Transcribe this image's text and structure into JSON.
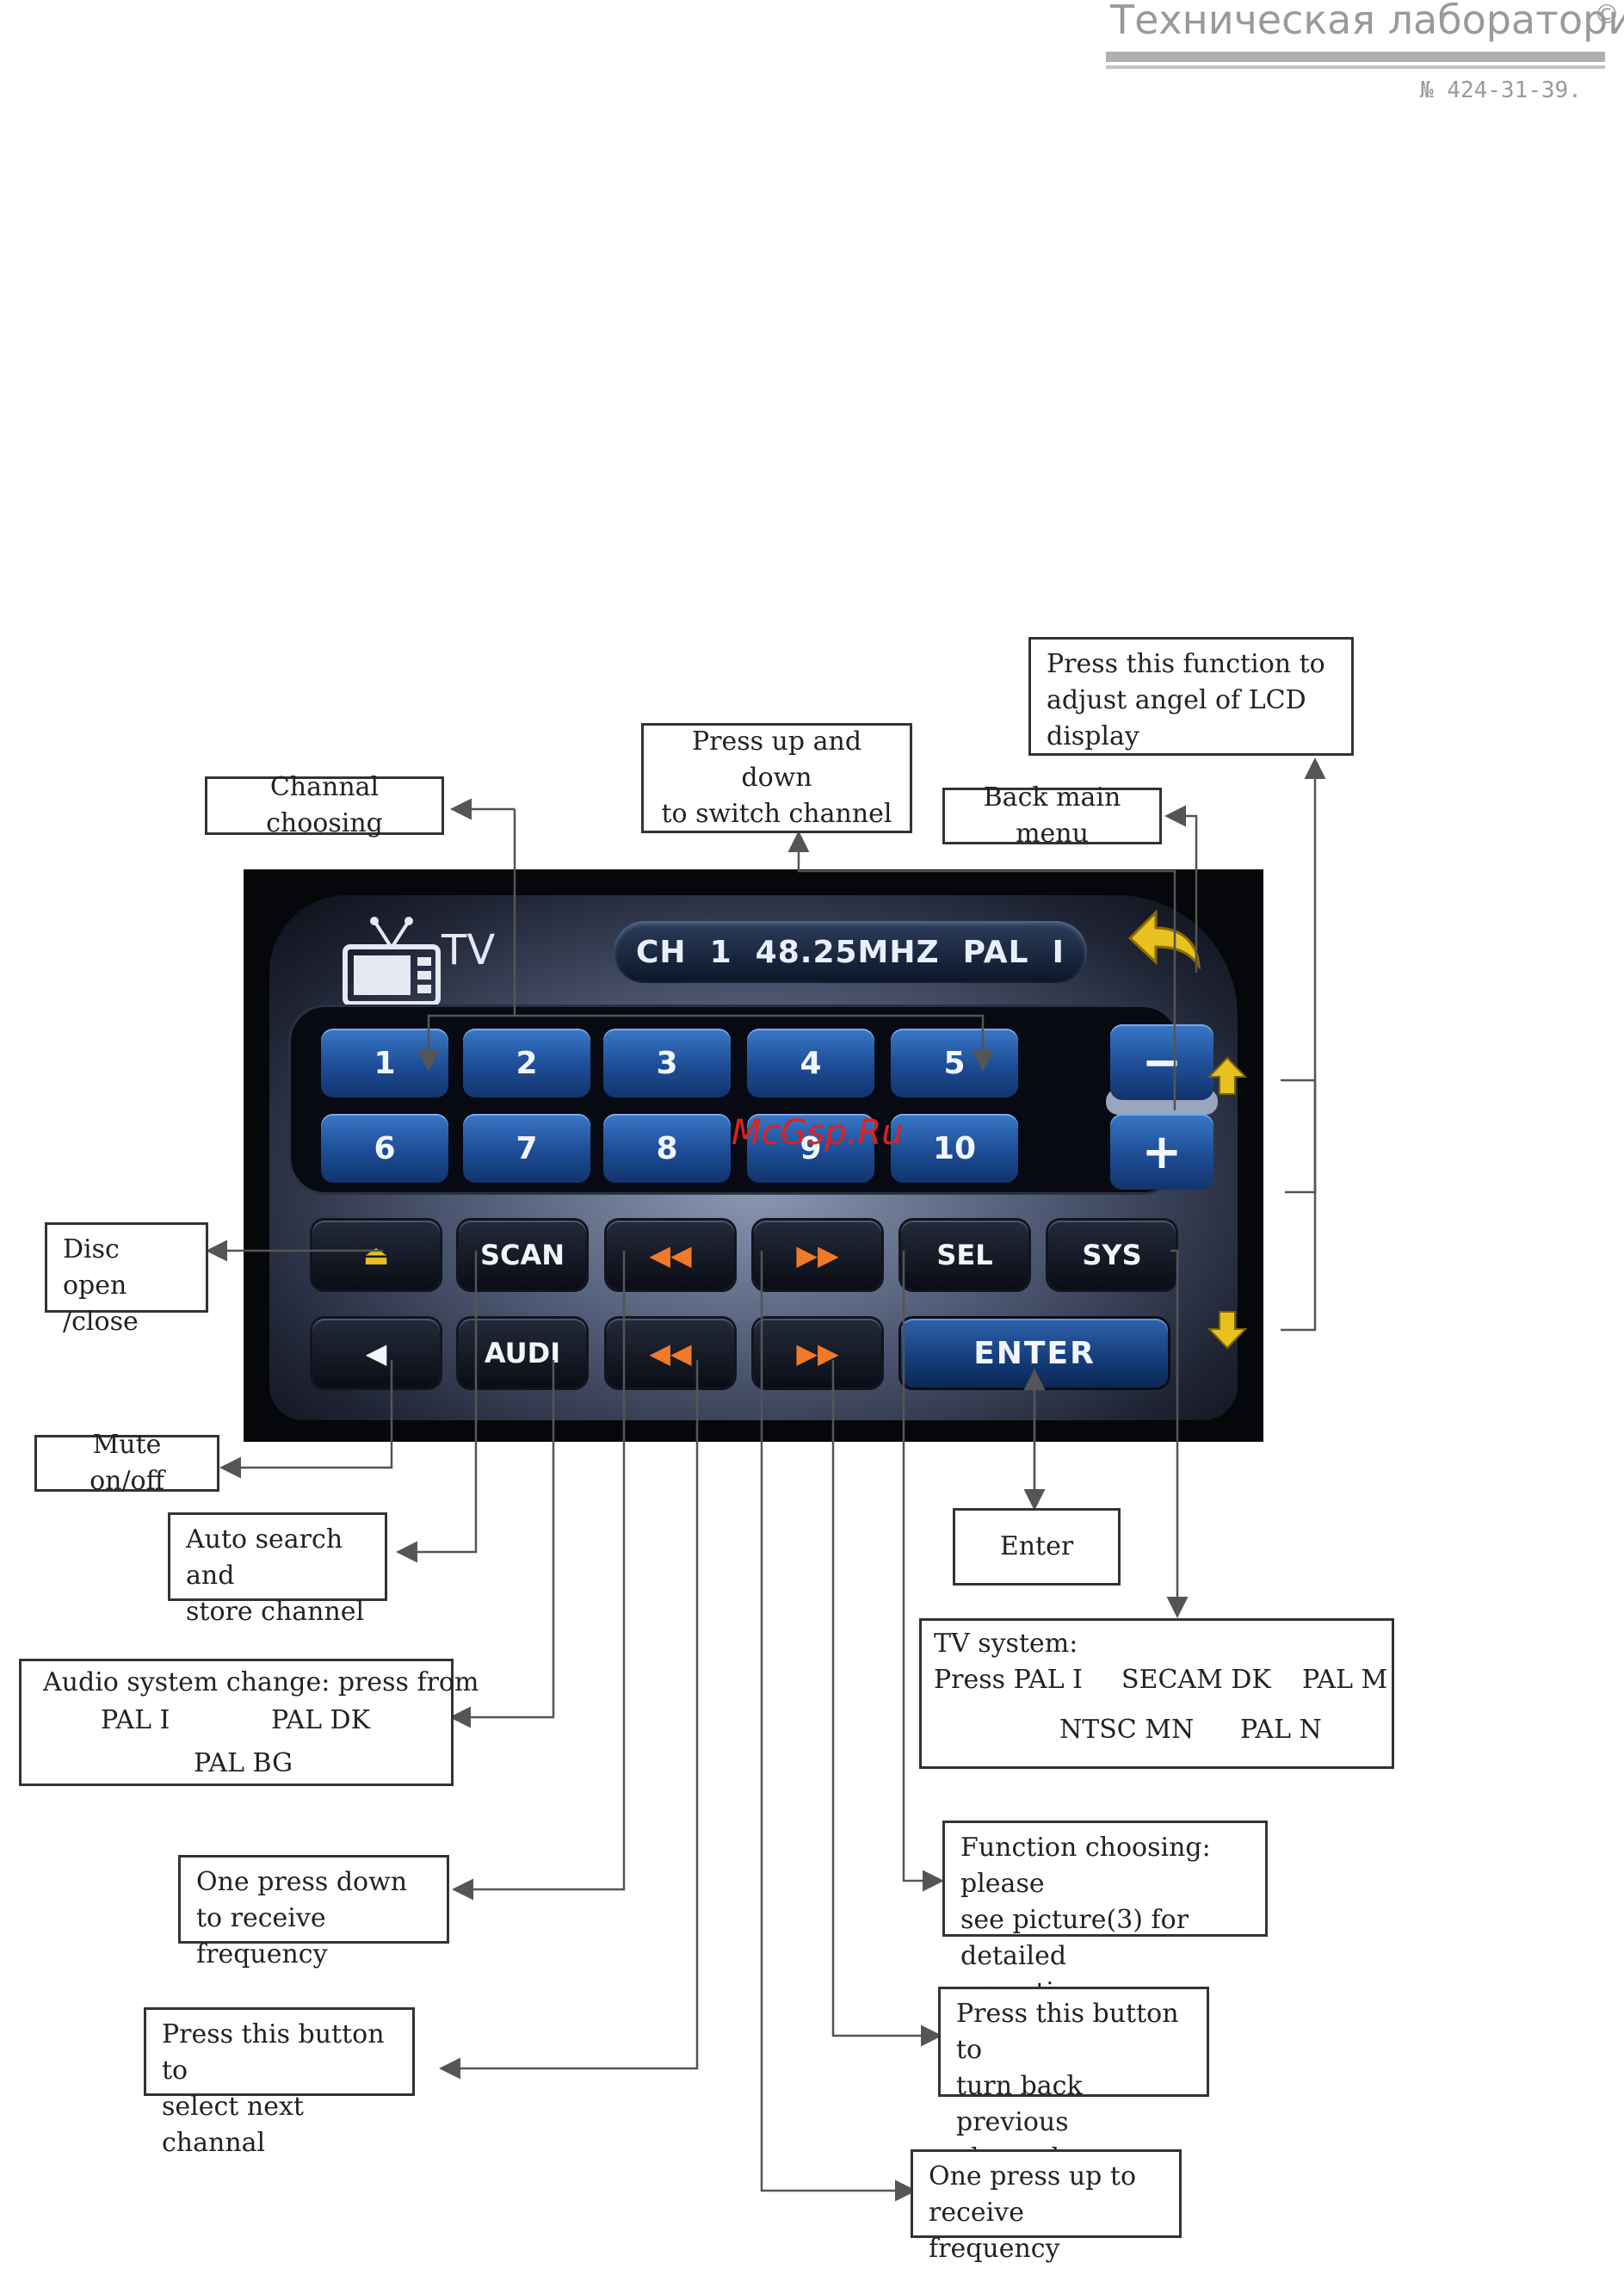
{
  "header": {
    "lab_title": "Техническая лаборатория",
    "copyright": "©",
    "phone": "№ 424-31-39."
  },
  "device": {
    "mode_label": "TV",
    "lcd": "CH  1  48.25MHZ  PAL  I",
    "number_keys": [
      "1",
      "2",
      "3",
      "4",
      "5",
      "6",
      "7",
      "8",
      "9",
      "10"
    ],
    "minus": "−",
    "plus": "+",
    "row3": {
      "eject": "⏏",
      "scan": "SCAN",
      "rew": "◀◀",
      "ff": "▶▶",
      "sel": "SEL",
      "sys": "SYS"
    },
    "row4": {
      "mute": "◀",
      "audi": "AUDI",
      "prev": "◀◀",
      "next": "▶▶",
      "enter": "ENTER"
    },
    "watermark": "McGsp.Ru"
  },
  "callouts": {
    "channel_choosing": "Channal choosing",
    "up_down": "Press up and down\nto switch channel",
    "lcd_angle": "Press this function to\nadjust angel of LCD\ndisplay",
    "back_menu": "Back main menu",
    "disc": "Disc open\n/close",
    "mute": "Mute on/off",
    "auto_search": "Auto search and\nstore channel",
    "audio_line1": "Audio system change: press from",
    "audio_pal_i": "PAL I",
    "audio_pal_dk": "PAL DK",
    "audio_pal_bg": "PAL BG",
    "one_press_down": "One press down\nto receive frequency",
    "next_channel": "Press this button to\nselect next channal",
    "enter": "Enter",
    "tv_system_line1": "TV system:",
    "tv_system_line2": "Press PAL I",
    "tv_system_secam": "SECAM DK",
    "tv_system_palm": "PAL M",
    "tv_system_ntsc": "NTSC MN",
    "tv_system_paln": "PAL N",
    "function_choosing": "Function choosing: please\nsee picture(3) for detailed\noperation",
    "prev_channel": "Press this button to\nturn back previous\nchannal",
    "one_press_up": "One press up to\nreceive frequency"
  },
  "colors": {
    "line": "#555555",
    "key_blue": "#1d4d95",
    "accent_orange": "#f07a2a",
    "arrow_yellow": "#e8c020",
    "watermark_red": "#e02020"
  }
}
